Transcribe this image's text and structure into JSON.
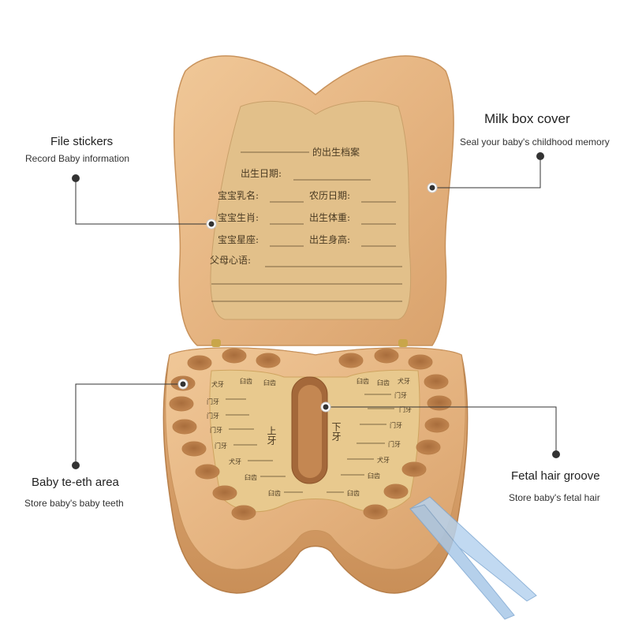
{
  "callouts": {
    "file_stickers": {
      "title": "File stickers",
      "subtitle": "Record Baby information"
    },
    "milk_box_cover": {
      "title": "Milk box cover",
      "subtitle": "Seal your baby's childhood memory"
    },
    "baby_teeth_area": {
      "title": "Baby te-eth area",
      "subtitle": "Store baby's baby teeth"
    },
    "fetal_hair_groove": {
      "title": "Fetal hair groove",
      "subtitle": "Store baby's fetal hair"
    }
  },
  "card": {
    "heading": "的出生档案",
    "birth_date": "出生日期:",
    "nickname": "宝宝乳名:",
    "lunar_date": "农历日期:",
    "zodiac": "宝宝生肖:",
    "birth_weight": "出生体重:",
    "constellation": "宝宝星座:",
    "birth_height": "出生身高:",
    "parents_words": "父母心语:"
  },
  "tray": {
    "upper_teeth": "上牙",
    "lower_teeth": "下牙",
    "canine": "犬牙",
    "molar": "臼齿",
    "incisor": "门牙"
  },
  "colors": {
    "wood": "#e8bd8c",
    "wood_dark": "#d9a26c",
    "card": "#e2c08a",
    "tweezers": "#a9c8e8"
  }
}
